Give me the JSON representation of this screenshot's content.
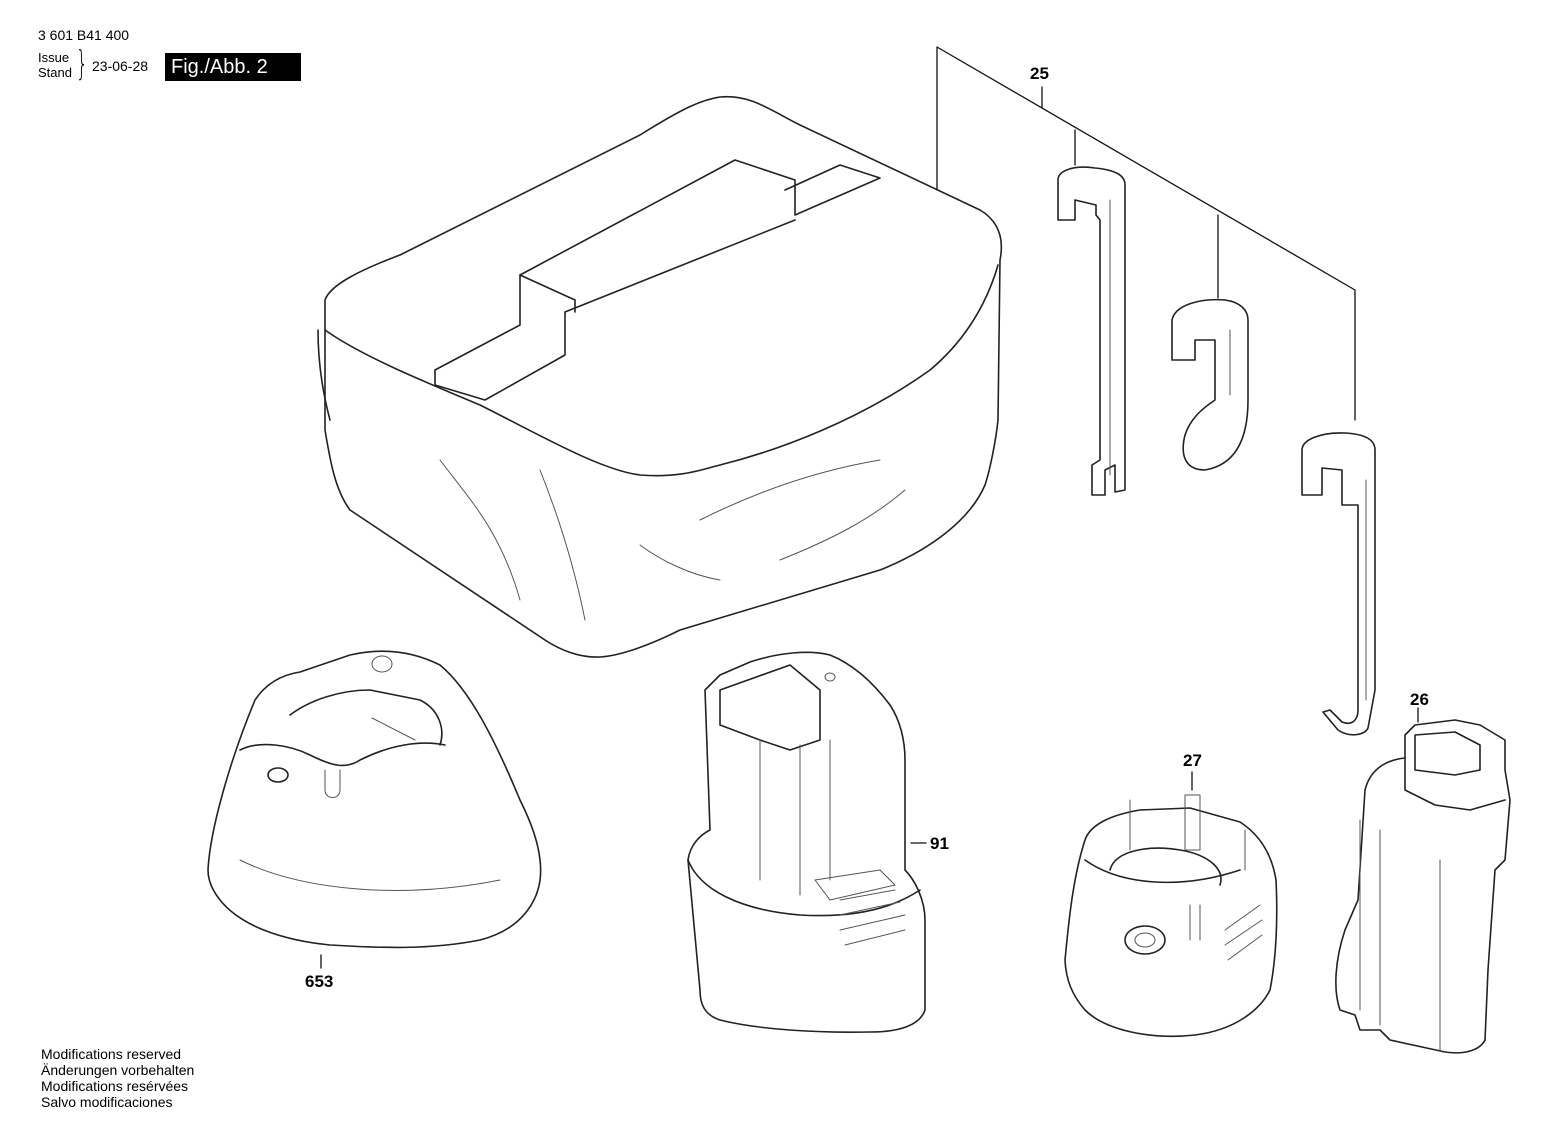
{
  "header": {
    "doc_number": "3 601 B41 400",
    "issue_label_1": "Issue",
    "issue_label_2": "Stand",
    "date": "23-06-28",
    "figure": "Fig./Abb. 2"
  },
  "callouts": {
    "hanger_set": "25",
    "battery_cover": "26",
    "battery_cap": "27",
    "battery_pack": "91",
    "charger": "653"
  },
  "notes": [
    "Modifications reserved",
    "Änderungen vorbehalten",
    "Modifications resérvées",
    "Salvo modificaciones"
  ]
}
